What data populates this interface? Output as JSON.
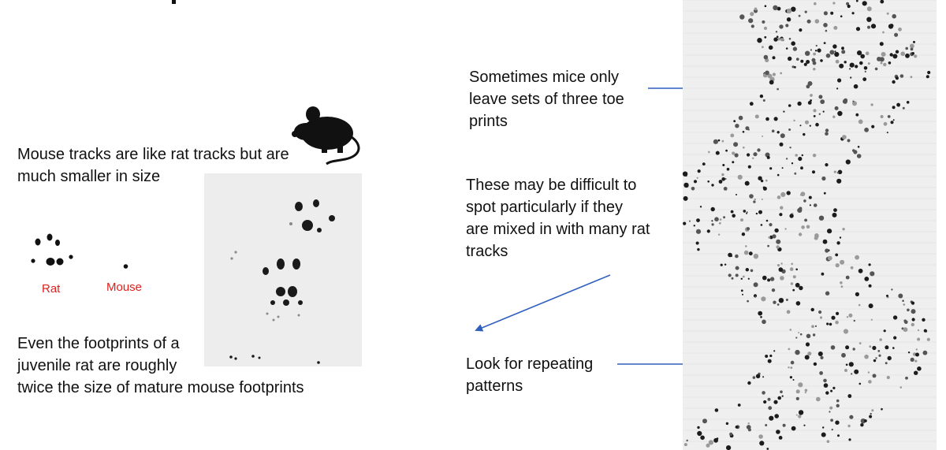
{
  "left": {
    "intro": "Mouse tracks are like rat tracks but are\nmuch smaller in size",
    "rat_label": "Rat",
    "mouse_label": "Mouse",
    "juvenile_note": "Even the footprints of a\njuvenile rat are roughly\ntwice the size of mature mouse footprints"
  },
  "right": {
    "three_toe_note": "Sometimes mice only\nleave sets of three toe\nprints",
    "difficult_note": "These may be difficult to\nspot particularly if they\nare mixed in with many rat\ntracks",
    "repeating_note": "Look for repeating\npatterns"
  },
  "colors": {
    "label_red": "#e0201c",
    "arrow_blue": "#2f5fbf",
    "print_black": "#111111"
  },
  "icons": {
    "mouse_silhouette": "mouse-silhouette-icon",
    "print_sample_rat": "rat-footprint-icon",
    "print_sample_mouse": "mouse-footprint-icon"
  }
}
